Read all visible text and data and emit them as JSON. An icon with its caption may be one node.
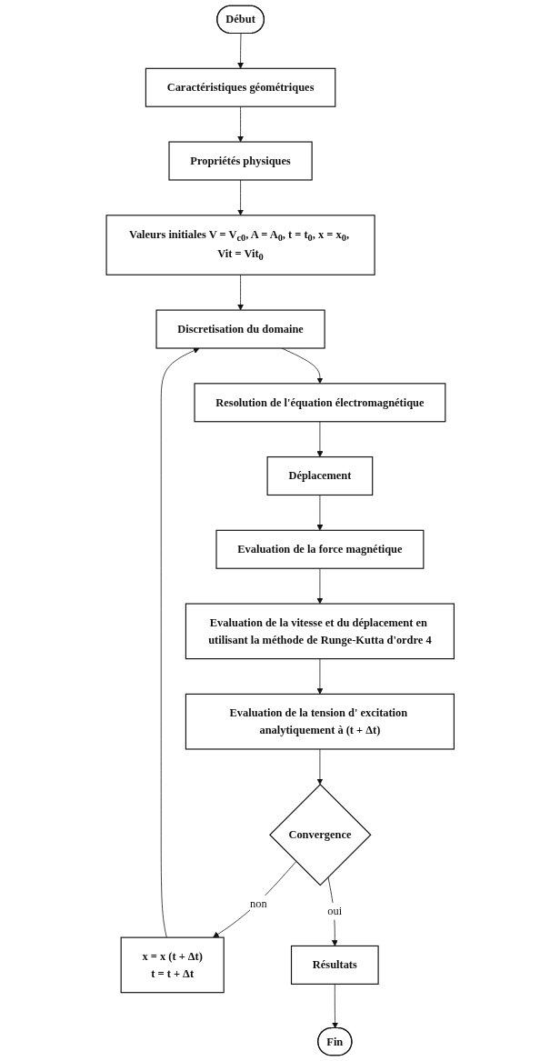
{
  "diagram": {
    "nodes": [
      {
        "text": [
          "Début"
        ]
      },
      {
        "text": [
          "Caractéristiques géométriques"
        ]
      },
      {
        "text": [
          "Propriétés physiques"
        ]
      },
      {
        "text": [
          "Valeurs initiales V = V$_{c0}$, A = A$_{0}$, t = t$_{0}$, x = x$_{0}$, Vit = Vit$_{0}$"
        ]
      },
      {
        "text": [
          "Discretisation du domaine"
        ]
      },
      {
        "text": [
          "Resolution de l'équation électromagnétique"
        ]
      },
      {
        "text": [
          "Déplacement"
        ]
      },
      {
        "text": [
          "Evaluation de la force magnétique"
        ]
      },
      {
        "text": [
          "Evaluation de la vitesse et du déplacement en utilisant la méthode de Runge-Kutta d'ordre 4"
        ]
      },
      {
        "text": [
          "Evaluation de la tension d' excitation analytiquement à (t + Δt)"
        ]
      },
      {
        "text": [
          "Convergence"
        ]
      },
      {
        "text": [
          "x = x (t + Δt)",
          "t = t + Δt"
        ]
      },
      {
        "text": [
          "Résultats"
        ]
      },
      {
        "text": [
          "Fin"
        ]
      }
    ],
    "edges": [
      {
        "from": 0,
        "to": 1,
        "arrow": "to"
      },
      {
        "from": 1,
        "to": 2,
        "arrow": "to"
      },
      {
        "from": 2,
        "to": 3,
        "arrow": "to"
      },
      {
        "from": 3,
        "to": 4,
        "arrow": "to"
      },
      {
        "from": 4,
        "to": 5,
        "arrow": "to"
      },
      {
        "from": 5,
        "to": 6,
        "arrow": "to"
      },
      {
        "from": 6,
        "to": 7,
        "arrow": "to"
      },
      {
        "from": 7,
        "to": 8,
        "arrow": "to"
      },
      {
        "from": 8,
        "to": 9,
        "arrow": "to"
      },
      {
        "from": 9,
        "to": 10,
        "arrow": "to"
      },
      {
        "from": 10,
        "to": 11,
        "label": "non",
        "arrow": "to"
      },
      {
        "from": 11,
        "to": 4,
        "arrow": "to"
      },
      {
        "from": 10,
        "to": 12,
        "label": "oui",
        "arrow": "to"
      },
      {
        "from": 12,
        "to": 13,
        "arrow": "to"
      }
    ]
  }
}
